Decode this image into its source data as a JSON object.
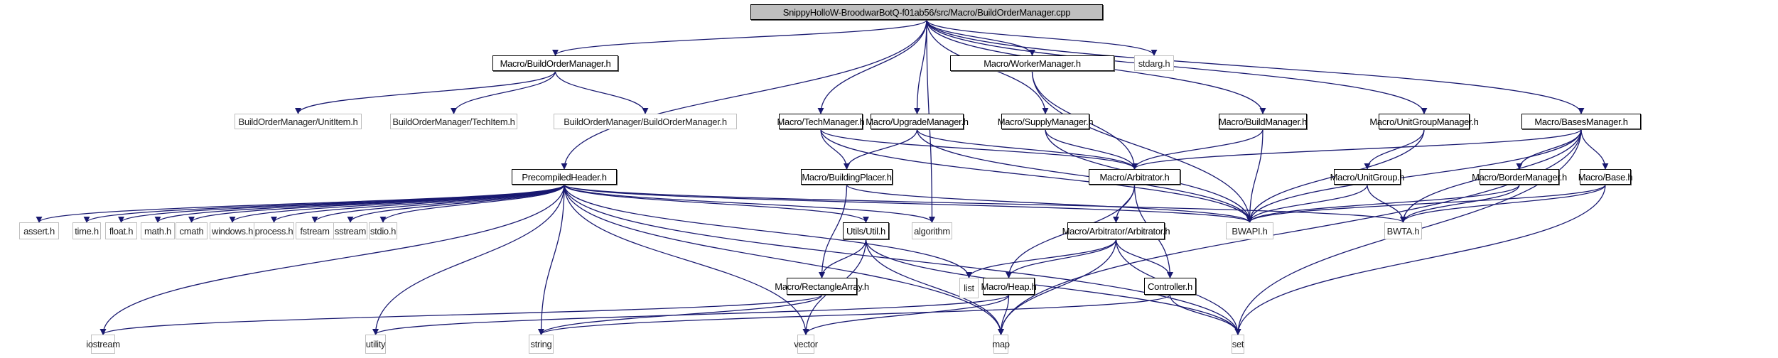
{
  "graph": {
    "title": "SnippyHolloW-BroodwarBotQ-f01ab56/src/Macro/BuildOrderManager.cpp",
    "edge_color": "#191970",
    "root_fill": "#bfbfbf",
    "system_border": "#bfbfbf",
    "nodes": [
      {
        "id": "root",
        "label": "SnippyHolloW-BroodwarBotQ-f01ab56/src/Macro/BuildOrderManager.cpp",
        "kind": "root"
      },
      {
        "id": "bomh",
        "label": "Macro/BuildOrderManager.h",
        "kind": "local"
      },
      {
        "id": "unititem",
        "label": "BuildOrderManager/UnitItem.h",
        "kind": "system"
      },
      {
        "id": "techitem",
        "label": "BuildOrderManager/TechItem.h",
        "kind": "system"
      },
      {
        "id": "bombom",
        "label": "BuildOrderManager/BuildOrderManager.h",
        "kind": "system"
      },
      {
        "id": "workerm",
        "label": "Macro/WorkerManager.h",
        "kind": "local"
      },
      {
        "id": "stdarg",
        "label": "stdarg.h",
        "kind": "system"
      },
      {
        "id": "techm",
        "label": "Macro/TechManager.h",
        "kind": "local"
      },
      {
        "id": "upgradem",
        "label": "Macro/UpgradeManager.h",
        "kind": "local"
      },
      {
        "id": "supplym",
        "label": "Macro/SupplyManager.h",
        "kind": "local"
      },
      {
        "id": "buildm",
        "label": "Macro/BuildManager.h",
        "kind": "local"
      },
      {
        "id": "unitgroupm",
        "label": "Macro/UnitGroupManager.h",
        "kind": "local"
      },
      {
        "id": "basesm",
        "label": "Macro/BasesManager.h",
        "kind": "local"
      },
      {
        "id": "pch",
        "label": "PrecompiledHeader.h",
        "kind": "local"
      },
      {
        "id": "bplacer",
        "label": "Macro/BuildingPlacer.h",
        "kind": "local"
      },
      {
        "id": "arbh",
        "label": "Macro/Arbitrator.h",
        "kind": "local"
      },
      {
        "id": "unitgroup",
        "label": "Macro/UnitGroup.h",
        "kind": "local"
      },
      {
        "id": "borderm",
        "label": "Macro/BorderManager.h",
        "kind": "local"
      },
      {
        "id": "base",
        "label": "Macro/Base.h",
        "kind": "local"
      },
      {
        "id": "assert",
        "label": "assert.h",
        "kind": "system"
      },
      {
        "id": "time",
        "label": "time.h",
        "kind": "system"
      },
      {
        "id": "float",
        "label": "float.h",
        "kind": "system"
      },
      {
        "id": "math",
        "label": "math.h",
        "kind": "system"
      },
      {
        "id": "cmath",
        "label": "cmath",
        "kind": "system"
      },
      {
        "id": "windows",
        "label": "windows.h",
        "kind": "system"
      },
      {
        "id": "process",
        "label": "process.h",
        "kind": "system"
      },
      {
        "id": "fstream",
        "label": "fstream",
        "kind": "system"
      },
      {
        "id": "sstream",
        "label": "sstream",
        "kind": "system"
      },
      {
        "id": "stdio",
        "label": "stdio.h",
        "kind": "system"
      },
      {
        "id": "util",
        "label": "Utils/Util.h",
        "kind": "local"
      },
      {
        "id": "algorithm",
        "label": "algorithm",
        "kind": "system"
      },
      {
        "id": "arbarb",
        "label": "Macro/Arbitrator/Arbitrator.h",
        "kind": "local"
      },
      {
        "id": "bwapi",
        "label": "BWAPI.h",
        "kind": "system"
      },
      {
        "id": "bwta",
        "label": "BWTA.h",
        "kind": "system"
      },
      {
        "id": "rectarr",
        "label": "Macro/RectangleArray.h",
        "kind": "local"
      },
      {
        "id": "list",
        "label": "list",
        "kind": "system"
      },
      {
        "id": "heap",
        "label": "Macro/Heap.h",
        "kind": "local"
      },
      {
        "id": "controller",
        "label": "Controller.h",
        "kind": "local"
      },
      {
        "id": "iostream",
        "label": "iostream",
        "kind": "system"
      },
      {
        "id": "utility",
        "label": "utility",
        "kind": "system"
      },
      {
        "id": "string",
        "label": "string",
        "kind": "system"
      },
      {
        "id": "vector",
        "label": "vector",
        "kind": "system"
      },
      {
        "id": "map",
        "label": "map",
        "kind": "system"
      },
      {
        "id": "set",
        "label": "set",
        "kind": "system"
      }
    ],
    "edges": [
      [
        "root",
        "bomh"
      ],
      [
        "root",
        "pch"
      ],
      [
        "root",
        "workerm"
      ],
      [
        "root",
        "stdarg"
      ],
      [
        "root",
        "techm"
      ],
      [
        "root",
        "upgradem"
      ],
      [
        "root",
        "supplym"
      ],
      [
        "root",
        "buildm"
      ],
      [
        "root",
        "unitgroupm"
      ],
      [
        "root",
        "basesm"
      ],
      [
        "root",
        "algorithm"
      ],
      [
        "bomh",
        "unititem"
      ],
      [
        "bomh",
        "techitem"
      ],
      [
        "bomh",
        "bombom"
      ],
      [
        "workerm",
        "arbh"
      ],
      [
        "workerm",
        "bwapi"
      ],
      [
        "techm",
        "bplacer"
      ],
      [
        "techm",
        "arbh"
      ],
      [
        "techm",
        "bwapi"
      ],
      [
        "upgradem",
        "bplacer"
      ],
      [
        "upgradem",
        "arbh"
      ],
      [
        "upgradem",
        "bwapi"
      ],
      [
        "supplym",
        "arbh"
      ],
      [
        "supplym",
        "bwapi"
      ],
      [
        "buildm",
        "arbh"
      ],
      [
        "buildm",
        "bwapi"
      ],
      [
        "unitgroupm",
        "unitgroup"
      ],
      [
        "unitgroupm",
        "bwapi"
      ],
      [
        "basesm",
        "arbh"
      ],
      [
        "basesm",
        "borderm"
      ],
      [
        "basesm",
        "base"
      ],
      [
        "basesm",
        "bwapi"
      ],
      [
        "basesm",
        "bwta"
      ],
      [
        "basesm",
        "map"
      ],
      [
        "basesm",
        "set"
      ],
      [
        "pch",
        "assert"
      ],
      [
        "pch",
        "time"
      ],
      [
        "pch",
        "float"
      ],
      [
        "pch",
        "math"
      ],
      [
        "pch",
        "cmath"
      ],
      [
        "pch",
        "windows"
      ],
      [
        "pch",
        "process"
      ],
      [
        "pch",
        "fstream"
      ],
      [
        "pch",
        "sstream"
      ],
      [
        "pch",
        "stdio"
      ],
      [
        "pch",
        "util"
      ],
      [
        "pch",
        "algorithm"
      ],
      [
        "pch",
        "bwapi"
      ],
      [
        "pch",
        "bwta"
      ],
      [
        "pch",
        "iostream"
      ],
      [
        "pch",
        "utility"
      ],
      [
        "pch",
        "string"
      ],
      [
        "pch",
        "vector"
      ],
      [
        "pch",
        "map"
      ],
      [
        "pch",
        "list"
      ],
      [
        "pch",
        "set"
      ],
      [
        "bplacer",
        "rectarr"
      ],
      [
        "bplacer",
        "bwapi"
      ],
      [
        "arbh",
        "arbarb"
      ],
      [
        "arbh",
        "heap"
      ],
      [
        "arbh",
        "controller"
      ],
      [
        "unitgroup",
        "bwapi"
      ],
      [
        "unitgroup",
        "bwta"
      ],
      [
        "borderm",
        "bwapi"
      ],
      [
        "borderm",
        "bwta"
      ],
      [
        "base",
        "bwapi"
      ],
      [
        "base",
        "bwta"
      ],
      [
        "base",
        "set"
      ],
      [
        "util",
        "rectarr"
      ],
      [
        "util",
        "vector"
      ],
      [
        "util",
        "map"
      ],
      [
        "util",
        "set"
      ],
      [
        "arbarb",
        "list"
      ],
      [
        "arbarb",
        "heap"
      ],
      [
        "arbarb",
        "controller"
      ],
      [
        "arbarb",
        "map"
      ],
      [
        "arbarb",
        "set"
      ],
      [
        "rectarr",
        "iostream"
      ],
      [
        "rectarr",
        "string"
      ],
      [
        "heap",
        "utility"
      ],
      [
        "heap",
        "vector"
      ],
      [
        "heap",
        "map"
      ],
      [
        "controller",
        "string"
      ],
      [
        "controller",
        "set"
      ]
    ]
  }
}
